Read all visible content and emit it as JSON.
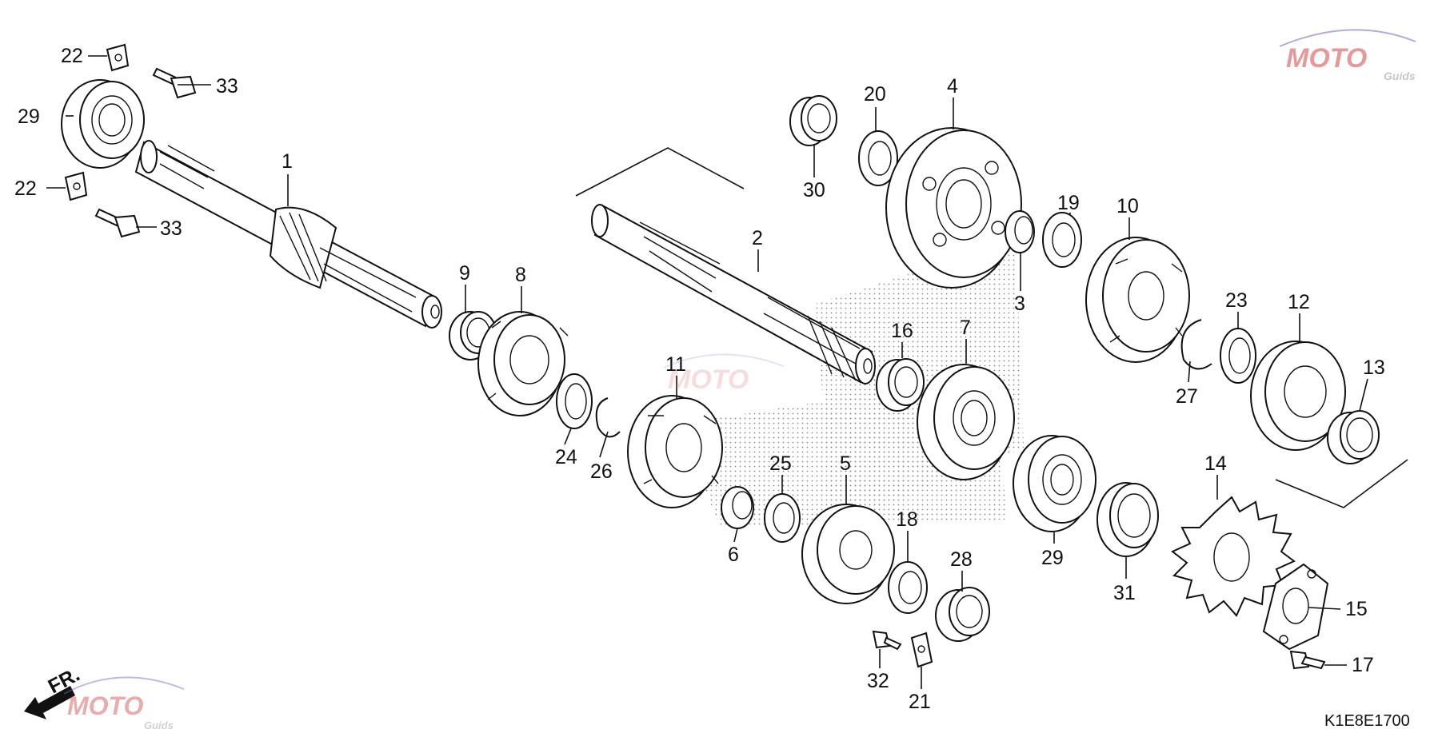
{
  "diagram": {
    "code": "K1E8E1700",
    "front_marker": "FR.",
    "watermark": {
      "brand": "MOTO",
      "sub": "Guids"
    },
    "callouts": [
      {
        "id": "c22a",
        "text": "22"
      },
      {
        "id": "c33a",
        "text": "33"
      },
      {
        "id": "c29a",
        "text": "29"
      },
      {
        "id": "c22b",
        "text": "22"
      },
      {
        "id": "c33b",
        "text": "33"
      },
      {
        "id": "c1",
        "text": "1"
      },
      {
        "id": "c9",
        "text": "9"
      },
      {
        "id": "c8",
        "text": "8"
      },
      {
        "id": "c24",
        "text": "24"
      },
      {
        "id": "c26",
        "text": "26"
      },
      {
        "id": "c11",
        "text": "11"
      },
      {
        "id": "c2",
        "text": "2"
      },
      {
        "id": "c30",
        "text": "30"
      },
      {
        "id": "c20",
        "text": "20"
      },
      {
        "id": "c4",
        "text": "4"
      },
      {
        "id": "c3",
        "text": "3"
      },
      {
        "id": "c19",
        "text": "19"
      },
      {
        "id": "c10",
        "text": "10"
      },
      {
        "id": "c16",
        "text": "16"
      },
      {
        "id": "c7",
        "text": "7"
      },
      {
        "id": "c23",
        "text": "23"
      },
      {
        "id": "c12",
        "text": "12"
      },
      {
        "id": "c27",
        "text": "27"
      },
      {
        "id": "c13",
        "text": "13"
      },
      {
        "id": "c6",
        "text": "6"
      },
      {
        "id": "c25",
        "text": "25"
      },
      {
        "id": "c5",
        "text": "5"
      },
      {
        "id": "c18",
        "text": "18"
      },
      {
        "id": "c28",
        "text": "28"
      },
      {
        "id": "c29b",
        "text": "29"
      },
      {
        "id": "c31",
        "text": "31"
      },
      {
        "id": "c14",
        "text": "14"
      },
      {
        "id": "c15",
        "text": "15"
      },
      {
        "id": "c17",
        "text": "17"
      },
      {
        "id": "c32",
        "text": "32"
      },
      {
        "id": "c21",
        "text": "21"
      }
    ]
  }
}
